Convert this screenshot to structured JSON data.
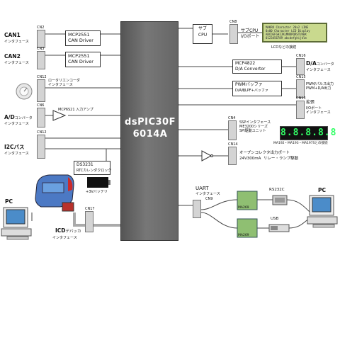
{
  "cpu": {
    "line1": "dsPIC30F",
    "line2": "6014A"
  },
  "sub_cpu": {
    "box": "サブ\nCPU",
    "connector": "CN8",
    "port_label": "サブCPU\nI/Oポート",
    "lcd_caption": "LCDなどの接続",
    "lcd_text": [
      "MAKRO Character 20x2 LINE",
      "0x00 Character LCD Display",
      "ABCDEFGHIJKLMNOPQRSTUVWX",
      "0123456789 abcdefghijklm"
    ]
  },
  "left": {
    "can1": {
      "title": "CAN1",
      "sub": "インタフェース",
      "connector": "CN2",
      "chip": "MCP2551",
      "driver": "CAN Driver"
    },
    "can2": {
      "title": "CAN2",
      "sub": "インタフェース",
      "connector": "CN3",
      "chip": "MCP2551",
      "driver": "CAN Driver"
    },
    "rotary": {
      "connector": "CN12",
      "label": "ロータリエンコーダ\nインタフェース"
    },
    "ad": {
      "title": "A/D",
      "title_suffix": "コンバータ",
      "sub": "インタフェース",
      "connector": "CN6",
      "amp": "MCP6S21 入力アンプ"
    },
    "i2c": {
      "title": "I2Cバス",
      "sub": "インタフェース",
      "connector": "CN12"
    },
    "rtc": {
      "chip": "DS3231",
      "label": "RTCカレンダクロック",
      "battery": "+3Vバッテリ"
    },
    "pc": "PC",
    "icd": {
      "connector": "CN17",
      "title": "ICD",
      "title_suffix": "デバッカ",
      "sub": "インタフェース"
    }
  },
  "right": {
    "da": {
      "chip": "MCP4822",
      "sub": "D/A Convertor",
      "connector": "CN16",
      "title": "D/A",
      "title_suffix": "コンバータ",
      "title_sub": "インタフェース"
    },
    "pwm": {
      "box1": "PWMバッファ",
      "box2": "D/A用LPF+バッファ",
      "connector": "CN15",
      "label": "PWM/パルス出力\nPWM+D/A出力"
    },
    "ext": {
      "connector": "CN13",
      "title": "拡張",
      "label": "I/Oポート\nインタフェース"
    },
    "ssp": {
      "connector": "CN4",
      "label": "SSPインタフェース\nME3200シリーズ\nSPI駆動ユニット",
      "segments": "8.8.8.8.8",
      "segments_caption": "MA192・MA193・MA197Sとの接続"
    },
    "oc": {
      "connector": "CN14",
      "label": "オープンコレクタ出力ポート\n24V300mA  リレー・ランプ駆動"
    },
    "uart": {
      "title": "UART",
      "sub": "インタフェース",
      "connector": "CN9",
      "module": "MA269",
      "rs232": "RS232C",
      "usb": "USB",
      "pc": "PC"
    }
  }
}
